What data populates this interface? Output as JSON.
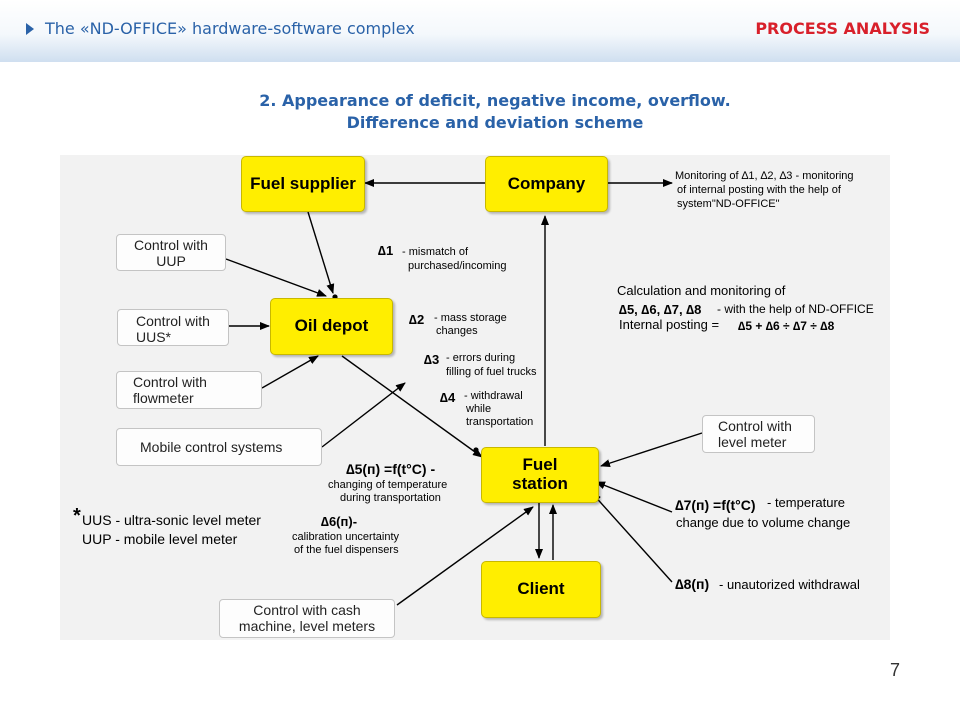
{
  "header": {
    "left_text": "The «ND-OFFICE» hardware-software complex",
    "right_text": "PROCESS ANALYSIS"
  },
  "title": {
    "line1": "2. Appearance of deficit, negative income, overflow.",
    "line2": "Difference and deviation scheme"
  },
  "nodes": {
    "fuel_supplier": "Fuel supplier",
    "company": "Company",
    "oil_depot": "Oil depot",
    "fuel_station": "Fuel station",
    "client": "Client"
  },
  "controls": {
    "uup": "Control with UUP",
    "uus": "Control with UUS*",
    "flowmeter": "Control with flowmeter",
    "mobile": "Mobile control systems",
    "level_meter": "Control with level meter",
    "cash_machine": "Control with cash machine, level meters"
  },
  "annotations": {
    "monitoring_line1": "Monitoring of ∆1, ∆2, ∆3 - monitoring",
    "monitoring_line2": "of internal posting with the help of",
    "monitoring_line3": "system\"ND-OFFICE\"",
    "d1_label": "∆1",
    "d1_text_line1": "- mismatch of",
    "d1_text_line2": "purchased/incoming",
    "d2_label": "∆2",
    "d2_text_line1": "- mass storage",
    "d2_text_line2": "changes",
    "d3_label": "∆3",
    "d3_text_line1": "- errors during",
    "d3_text_line2": "filling of fuel trucks",
    "d4_label": "∆4",
    "d4_text_line1": "- withdrawal",
    "d4_text_line2": "while",
    "d4_text_line3": "transportation",
    "calc_line1": "Calculation and monitoring of",
    "calc_line2_symbols": "∆5, ∆6, ∆7, ∆8",
    "calc_line2_text": "- with the help of ND-OFFICE",
    "internal_posting_text": "Internal posting =",
    "internal_posting_formula": "∆5 + ∆6 ÷ ∆7 ÷ ∆8",
    "d5_formula": "∆5(п) =f(t°C) -",
    "d5_text_line1": "changing of temperature",
    "d5_text_line2": "during transportation",
    "d6_formula": "∆6(п)-",
    "d6_text_line1": "calibration uncertainty",
    "d6_text_line2": "of the fuel dispensers",
    "d7_formula": "∆7(п) =f(t°C)",
    "d7_text_line1": "- temperature",
    "d7_text_line2": "change due  to volume change",
    "d8_formula": "∆8(п)",
    "d8_text": "- unautorized withdrawal",
    "footnote_star": "*",
    "footnote_line1": "UUS - ultra-sonic level meter",
    "footnote_line2": "UUP - mobile level meter"
  },
  "page_number": "7"
}
